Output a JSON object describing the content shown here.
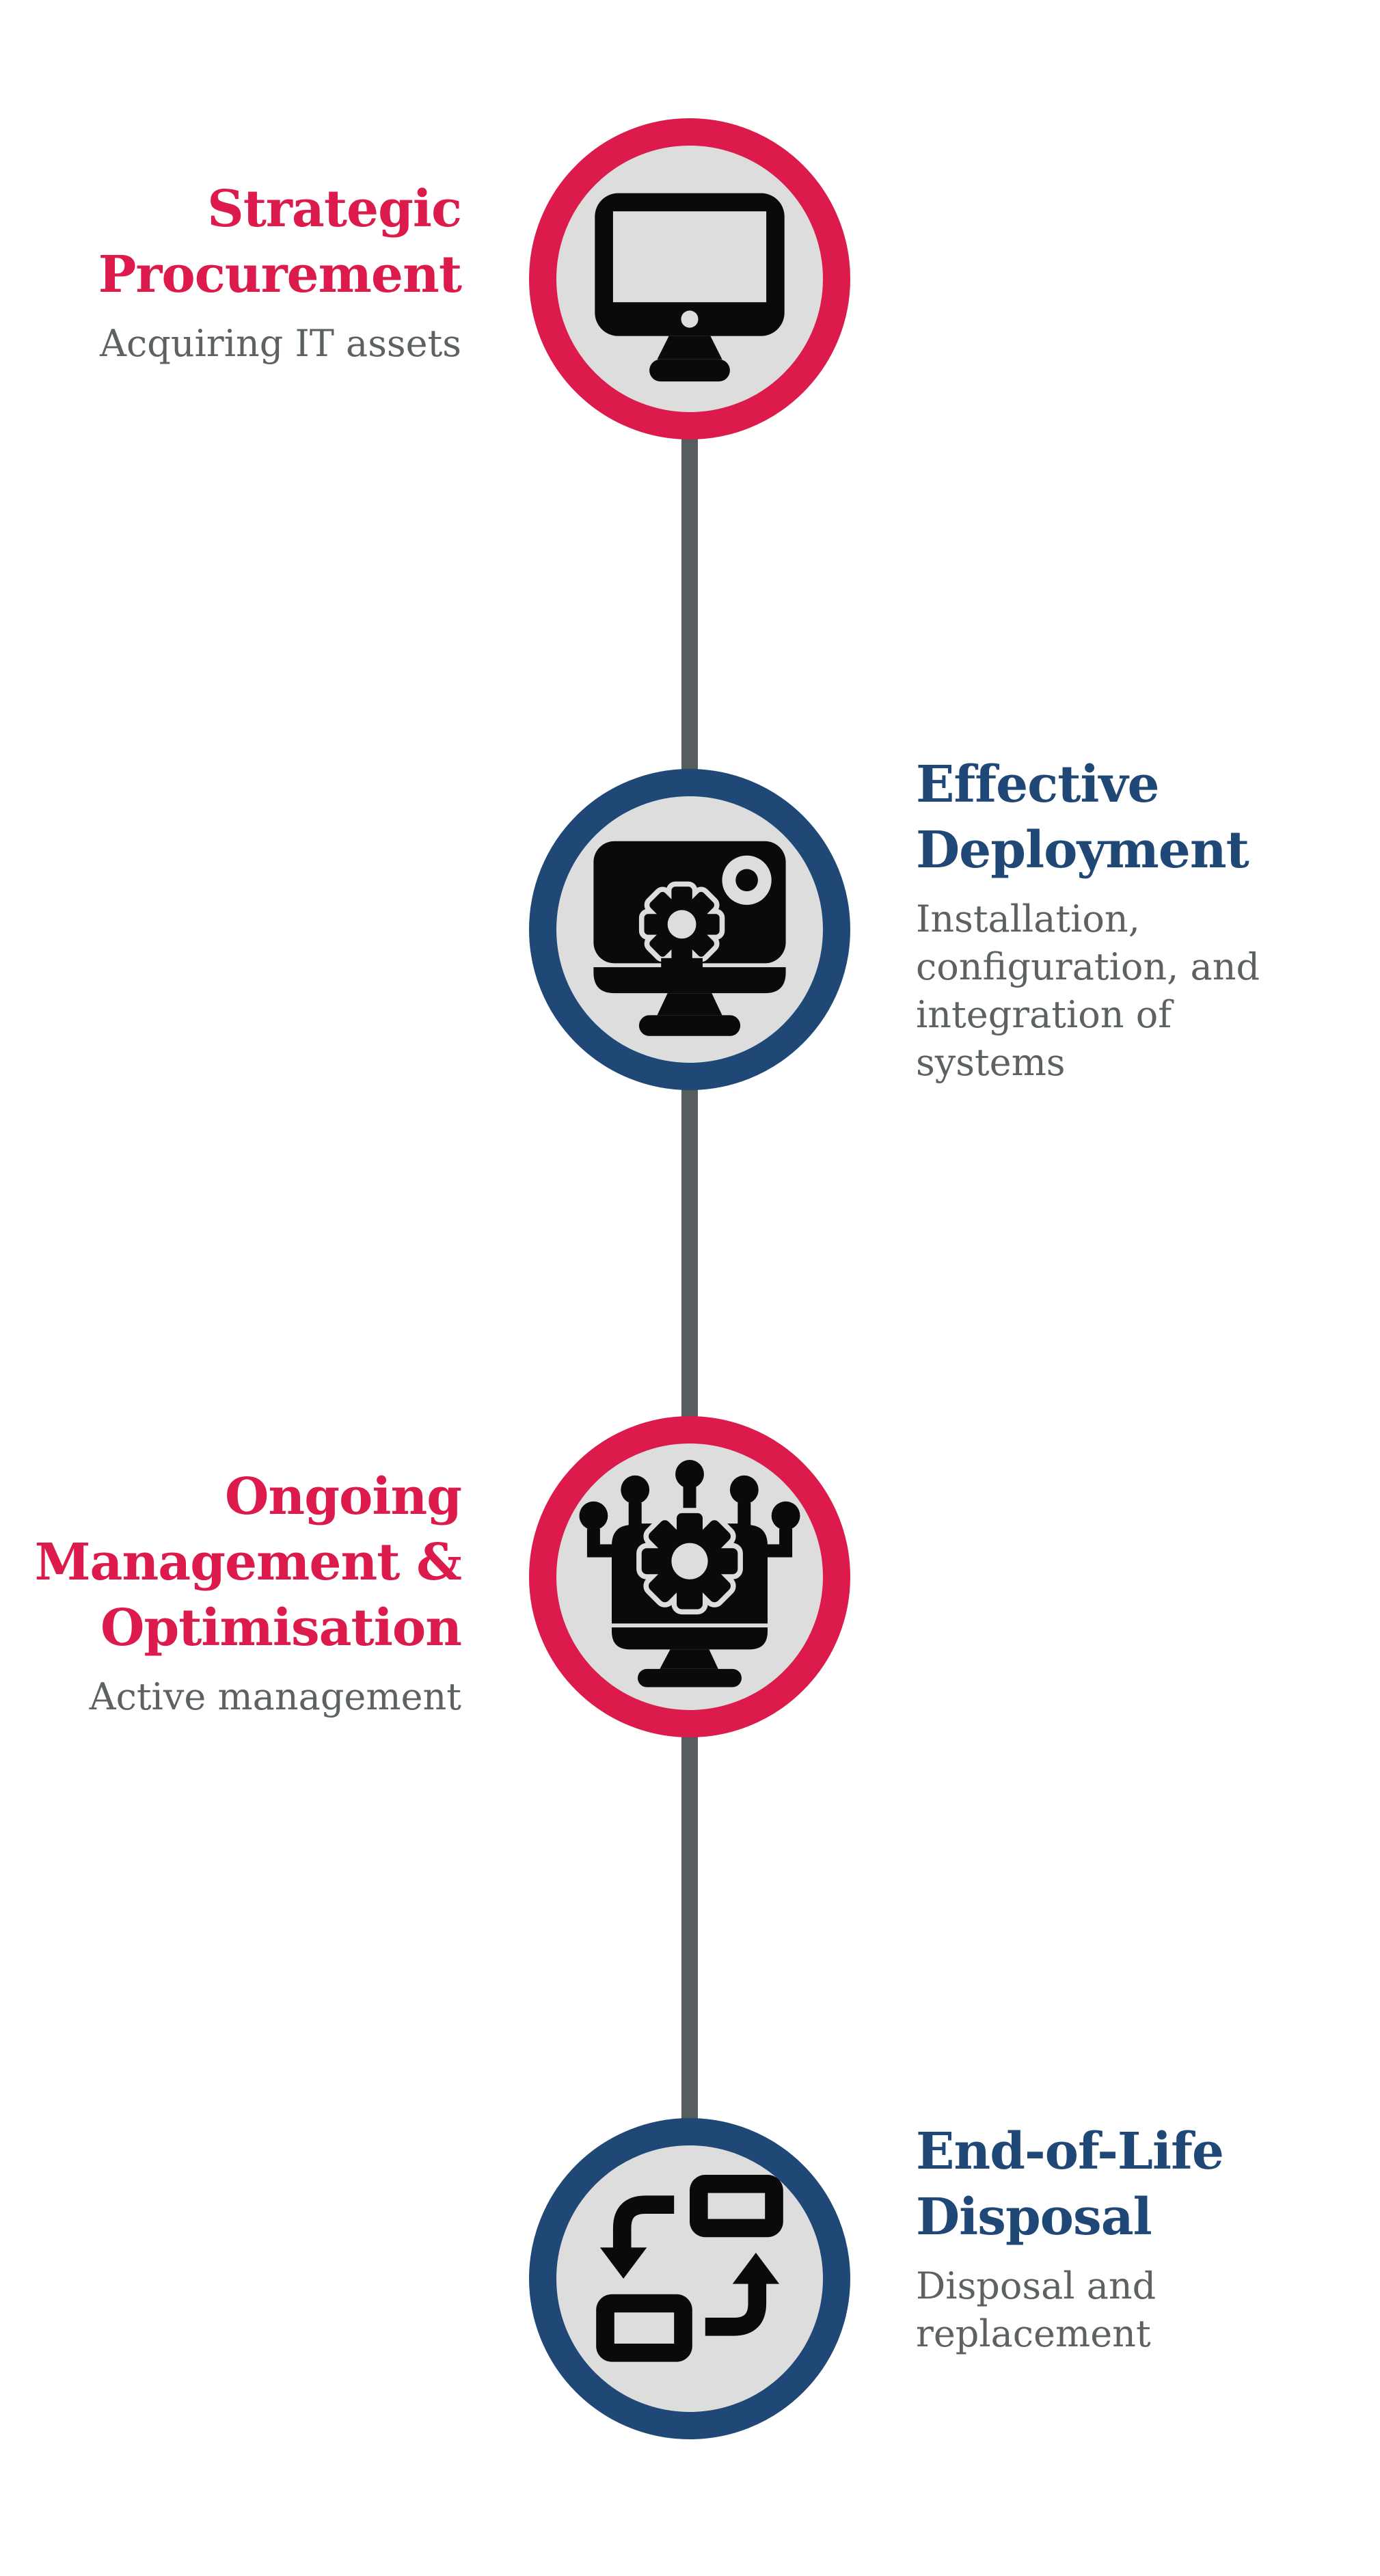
{
  "palette": {
    "red": "#DC1A4B",
    "blue": "#1F4877",
    "circle_fill": "#DDDDDD",
    "line": "#565D5E",
    "subtitle_gray": "#5C6263",
    "icon_black": "#0A0A0A",
    "background": "#FFFFFF"
  },
  "steps": [
    {
      "title": "Strategic Procurement",
      "title_lines": [
        "Strategic",
        "Procurement"
      ],
      "subtitle": "Acquiring IT assets",
      "subtitle_lines": [
        "Acquiring IT assets"
      ],
      "accent": "red",
      "side": "left",
      "icon": "desktop-monitor-icon"
    },
    {
      "title": "Effective Deployment",
      "title_lines": [
        "Effective",
        "Deployment"
      ],
      "subtitle": "Installation, configuration, and integration of systems",
      "subtitle_lines": [
        "Installation,",
        "configuration, and",
        "integration of",
        "systems"
      ],
      "accent": "blue",
      "side": "right",
      "icon": "monitor-gear-icon"
    },
    {
      "title": "Ongoing Management & Optimisation",
      "title_lines": [
        "Ongoing",
        "Management &",
        "Optimisation"
      ],
      "subtitle": "Active management",
      "subtitle_lines": [
        "Active management"
      ],
      "accent": "red",
      "side": "left",
      "icon": "gear-network-icon"
    },
    {
      "title": "End-of-Life Disposal",
      "title_lines": [
        "End-of-Life",
        "Disposal"
      ],
      "subtitle": "Disposal and replacement",
      "subtitle_lines": [
        "Disposal and",
        "replacement"
      ],
      "accent": "blue",
      "side": "right",
      "icon": "device-swap-icon"
    }
  ]
}
